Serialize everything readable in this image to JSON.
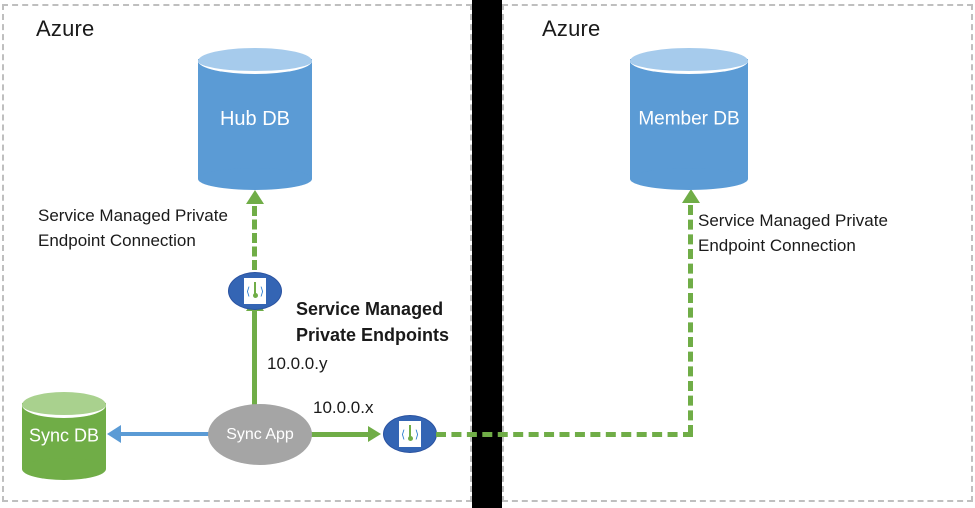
{
  "diagram": {
    "type": "architecture",
    "panels": [
      {
        "id": "left",
        "title": "Azure"
      },
      {
        "id": "right",
        "title": "Azure"
      }
    ],
    "nodes": {
      "hub_db": {
        "label": "Hub DB",
        "kind": "database-cylinder",
        "color": "#5b9bd5"
      },
      "member_db": {
        "label": "Member\nDB",
        "kind": "database-cylinder",
        "color": "#5b9bd5"
      },
      "sync_db": {
        "label": "Sync\nDB",
        "kind": "database-cylinder",
        "color": "#70ad47"
      },
      "sync_app": {
        "label": "Sync\nApp",
        "kind": "ellipse",
        "color": "#a5a5a5"
      },
      "pe_hub": {
        "label": "",
        "kind": "private-endpoint",
        "color": "#3465b4"
      },
      "pe_member": {
        "label": "",
        "kind": "private-endpoint",
        "color": "#3465b4"
      }
    },
    "annotations": {
      "hub_connection": "Service Managed Private\nEndpoint Connection",
      "member_connection": "Service Managed Private\nEndpoint Connection",
      "smpe_title": "Service Managed\nPrivate Endpoints",
      "ip_hub": "10.0.0.y",
      "ip_member": "10.0.0.x"
    },
    "colors": {
      "azure_blue": "#5b9bd5",
      "green": "#70ad47",
      "gray": "#a5a5a5",
      "endpoint_blue": "#3465b4",
      "divider": "#000000",
      "panel_border": "#bfbfbf"
    }
  }
}
